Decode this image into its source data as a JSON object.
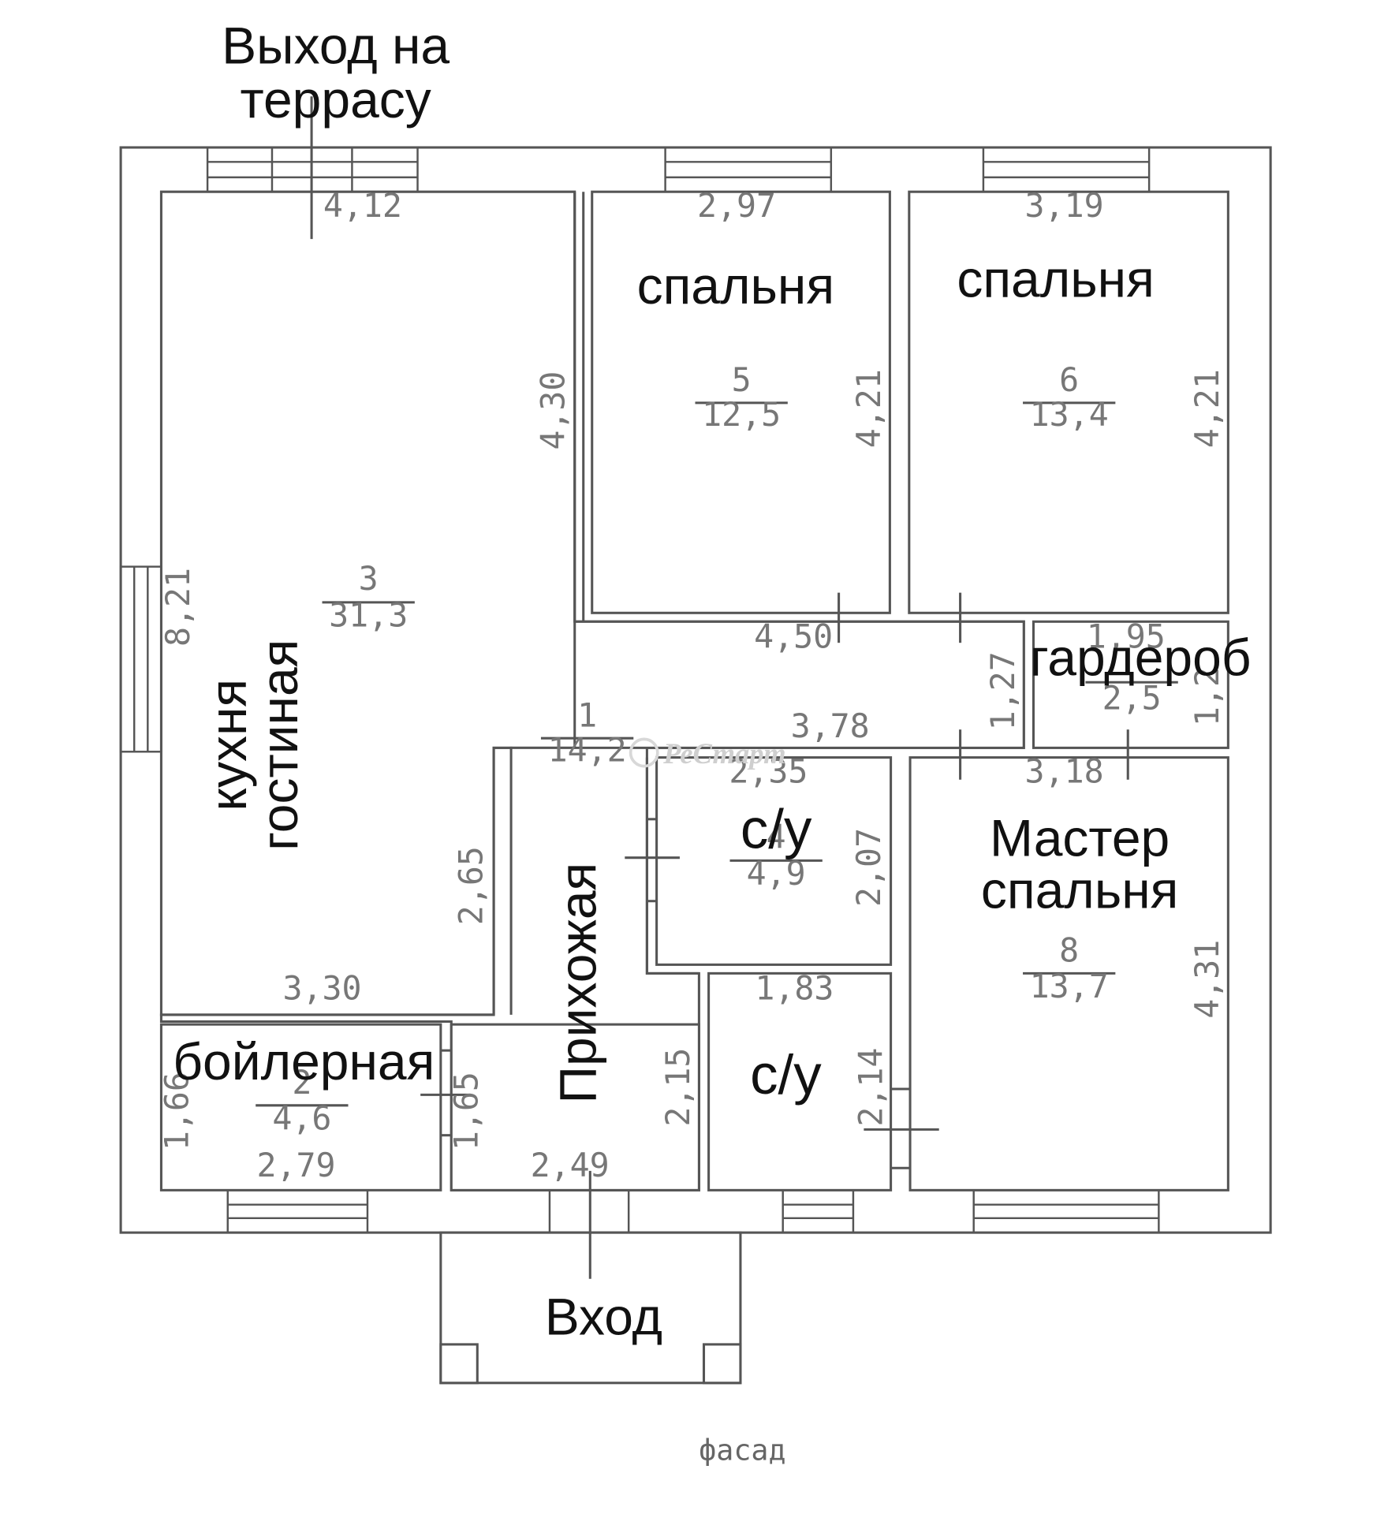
{
  "labels": {
    "terrace": [
      "Выход на",
      "террасу"
    ],
    "entrance": "Вход",
    "facade": "фасад",
    "living": [
      "кухня",
      "гостиная"
    ],
    "bedroom1": "спальня",
    "bedroom2": "спальня",
    "wardrobe": "гардероб",
    "master": [
      "Мастер",
      "спальня"
    ],
    "bath1": "с/у",
    "bath2": "с/у",
    "boiler": "бойлерная",
    "hall": "Прихожая"
  },
  "rooms": {
    "r1": {
      "num": "1",
      "area": "14,2"
    },
    "r2": {
      "num": "2",
      "area": "4,6"
    },
    "r3": {
      "num": "3",
      "area": "31,3"
    },
    "r4": {
      "num": "4",
      "area": "4,9"
    },
    "r5": {
      "num": "5",
      "area": "12,5"
    },
    "r6": {
      "num": "6",
      "area": "13,4"
    },
    "r7": {
      "area": "2,5"
    },
    "r8": {
      "num": "8",
      "area": "13,7"
    }
  },
  "dims": {
    "d_412": "4,12",
    "d_297": "2,97",
    "d_319": "3,19",
    "d_430": "4,30",
    "d_421a": "4,21",
    "d_421b": "4,21",
    "d_821": "8,21",
    "d_450": "4,50",
    "d_195": "1,95",
    "d_127": "1,27",
    "d_12": "1,2",
    "d_378": "3,78",
    "d_235": "2,35",
    "d_318": "3,18",
    "d_265": "2,65",
    "d_207": "2,07",
    "d_431": "4,31",
    "d_330": "3,30",
    "d_183": "1,83",
    "d_166": "1,66",
    "d_165": "1,65",
    "d_215": "2,15",
    "d_214": "2,14",
    "d_279": "2,79",
    "d_249": "2,49"
  },
  "watermark": "РеСтарт"
}
